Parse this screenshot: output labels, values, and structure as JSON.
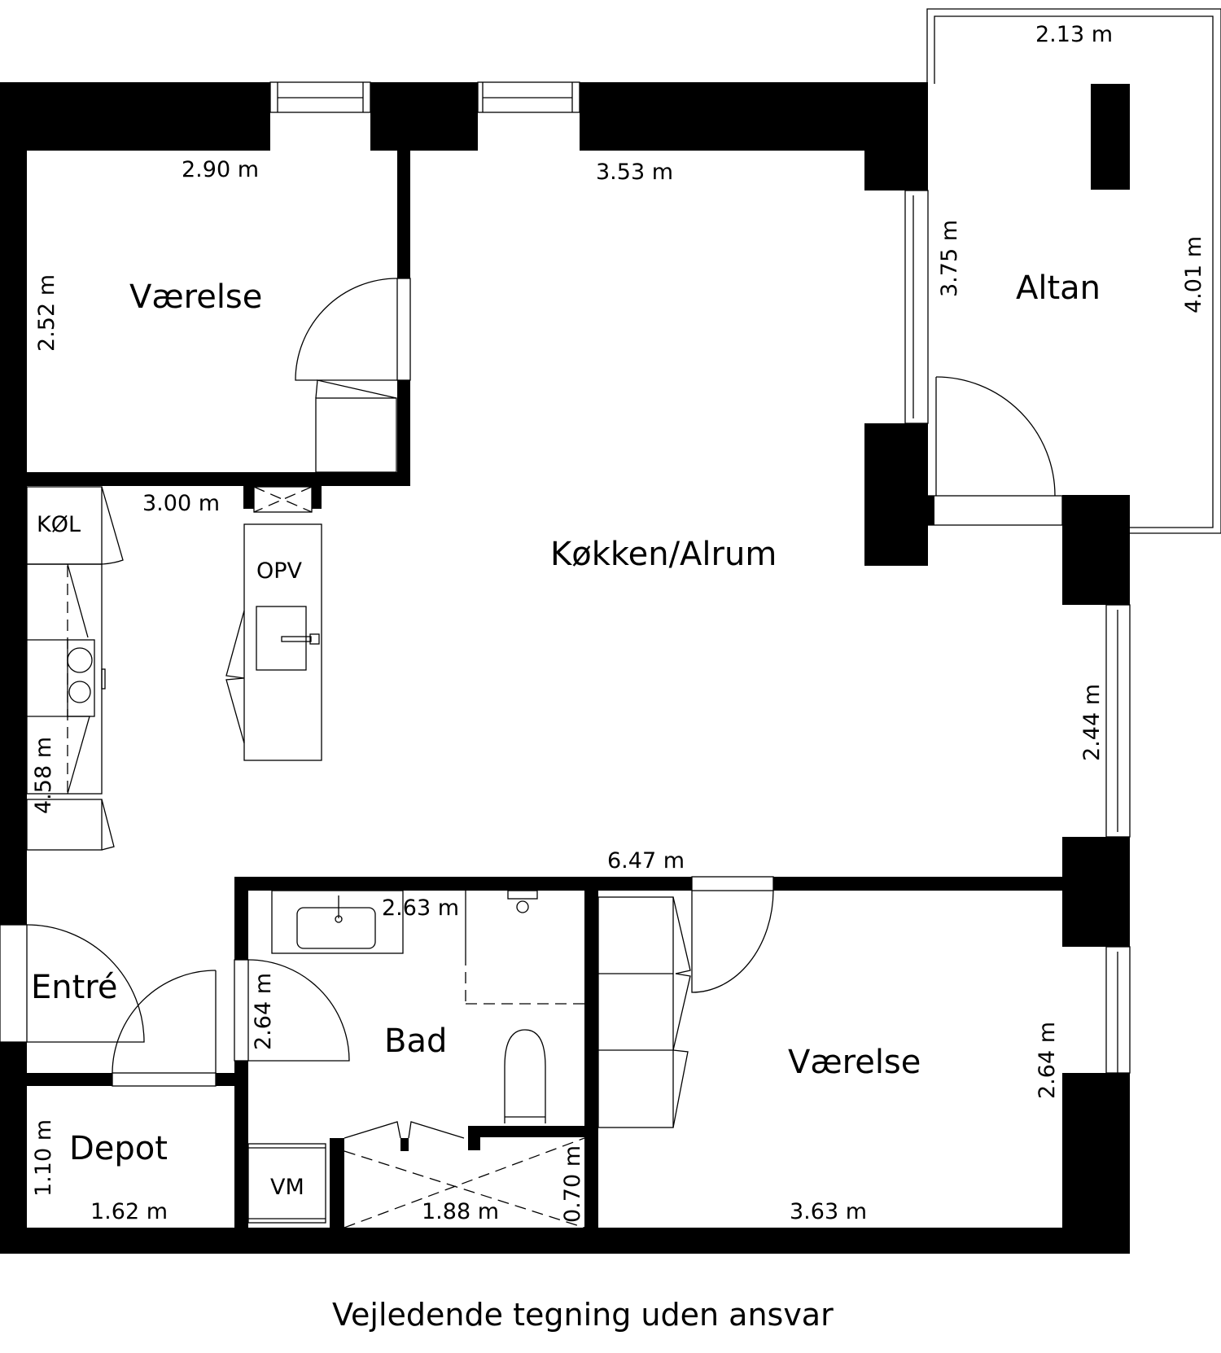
{
  "rooms": {
    "bedroom_top": "Værelse",
    "kitchen_living": "Køkken/Alrum",
    "balcony": "Altan",
    "entrance": "Entré",
    "depot": "Depot",
    "bathroom": "Bad",
    "bedroom_bottom": "Værelse"
  },
  "fixtures": {
    "fridge": "KØL",
    "dishwasher": "OPV",
    "washing_machine": "VM"
  },
  "dimensions": {
    "bedroom_top_width": "2.90 m",
    "bedroom_top_height": "2.52 m",
    "kitchen_top_width": "3.53 m",
    "balcony_inner_height": "3.75 m",
    "balcony_width": "2.13 m",
    "balcony_outer_height": "4.01 m",
    "kitchen_width_left": "3.00 m",
    "kitchen_height": "4.58 m",
    "kitchen_window_height": "2.44 m",
    "living_width": "6.47 m",
    "bath_width": "2.63 m",
    "bath_height": "2.64 m",
    "bedroom_bottom_height": "2.64 m",
    "bedroom_bottom_width": "3.63 m",
    "depot_height": "1.10 m",
    "depot_width": "1.62 m",
    "closet_width": "1.88 m",
    "closet_depth": "0.70 m"
  },
  "caption": "Vejledende tegning uden ansvar",
  "colors": {
    "wall": "#000000",
    "background": "#ffffff"
  }
}
